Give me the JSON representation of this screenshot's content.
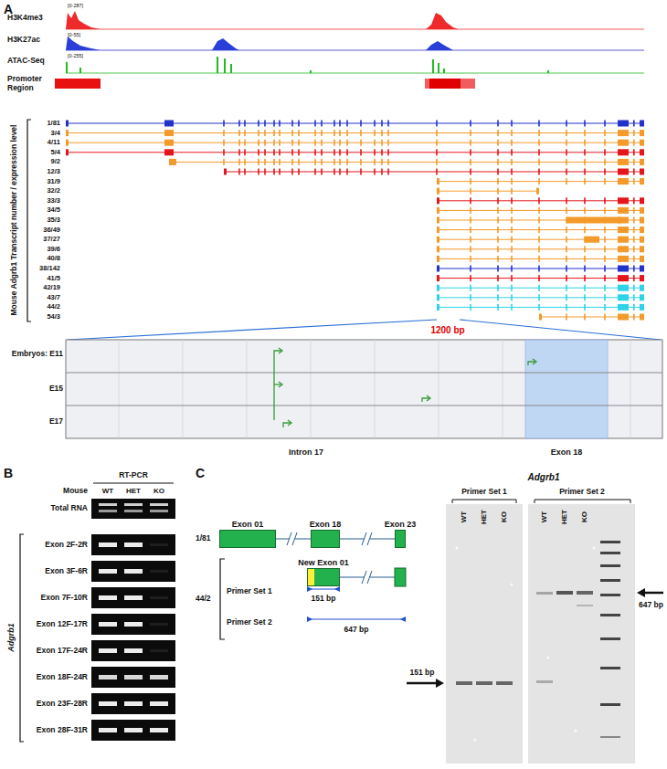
{
  "diagram": {
    "nodes": [
      {
        "text": [
          "Exon 01"
        ]
      },
      {
        "text": [
          "Exon 18"
        ]
      },
      {
        "text": [
          "Exon 23"
        ]
      },
      {
        "text": [
          "New Exon 01"
        ]
      }
    ],
    "edges": [
      {
        "from": 0,
        "to": 1,
        "arrow": "none"
      },
      {
        "from": 1,
        "to": 2,
        "arrow": "none"
      }
    ],
    "labels": [
      "A",
      "H3K4me3",
      "[0-287]",
      "H3K27ac",
      "[0-55]",
      "ATAC-Seq",
      "[0-255]",
      "Promoter Region",
      "Mouse Adgrb1 Transcript number / expression level",
      "1/81",
      "3/4",
      "4/11",
      "5/4",
      "9/2",
      "12/3",
      "31/9",
      "32/2",
      "33/3",
      "34/5",
      "35/3",
      "36/49",
      "37/27",
      "39/6",
      "40/8",
      "38/142",
      "41/5",
      "42/19",
      "43/7",
      "44/2",
      "54/3",
      "1200 bp",
      "Embryos: E11",
      "E15",
      "E17",
      "Intron 17",
      "Exon 18",
      "B",
      "RT-PCR",
      "Mouse",
      "WT",
      "HET",
      "KO",
      "Total RNA",
      "Adgrb1",
      "Exon 2F-2R",
      "Exon 3F-6R",
      "Exon 7F-10R",
      "Exon 12F-17R",
      "Exon 17F-24R",
      "Exon 18F-24R",
      "Exon 23F-28R",
      "Exon 28F-31R",
      "C",
      "1/81",
      "44/2",
      "Primer Set 1",
      "151 bp",
      "Primer Set 2",
      "647 bp",
      "Adgrb1",
      "Primer Set 1",
      "Primer Set 2",
      "WT",
      "HET",
      "KO",
      "WT",
      "HET",
      "KO",
      "647 bp",
      "151 bp"
    ]
  }
}
